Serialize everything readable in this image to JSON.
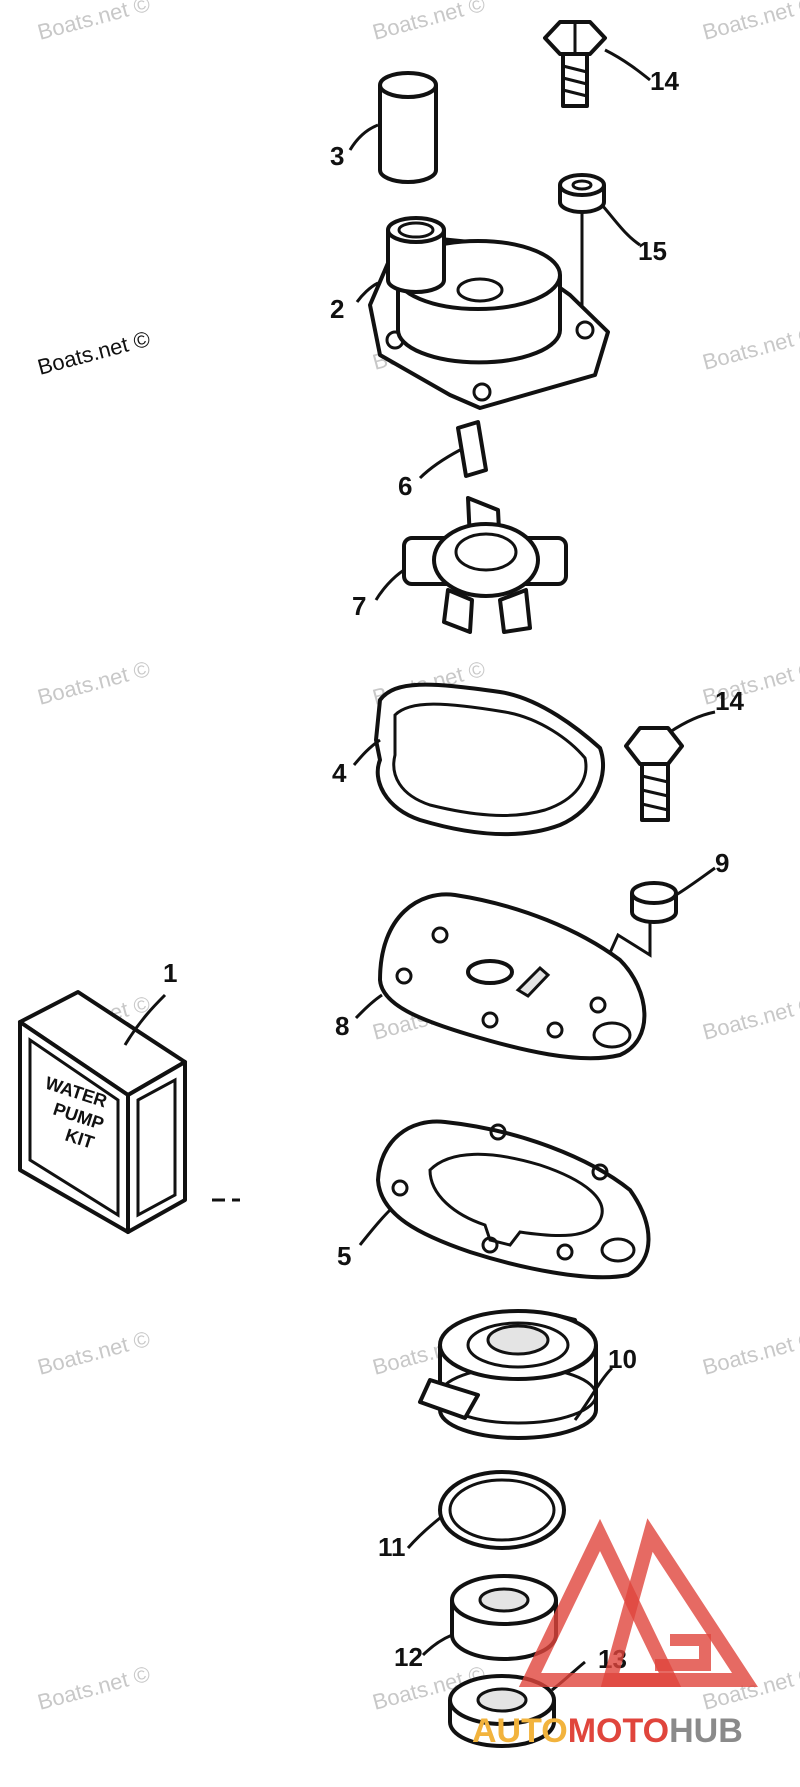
{
  "callouts": {
    "c1": "1",
    "c2": "2",
    "c3": "3",
    "c4": "4",
    "c5": "5",
    "c6": "6",
    "c7": "7",
    "c8": "8",
    "c9": "9",
    "c10": "10",
    "c11": "11",
    "c12": "12",
    "c13": "13",
    "c14a": "14",
    "c14b": "14",
    "c15": "15"
  },
  "kit_label": {
    "line1": "WATER",
    "line2": "PUMP",
    "line3": "KIT"
  },
  "watermark": "Boats.net ©",
  "logo": {
    "part1": "AUTO",
    "part2": "MOTO",
    "part3": "HUB"
  },
  "colors": {
    "logo_red": "#e0453c",
    "logo_orange": "#f2b33d",
    "logo_gray": "#8a8a8a",
    "watermark": "#c8c8c8",
    "ink": "#111111"
  }
}
